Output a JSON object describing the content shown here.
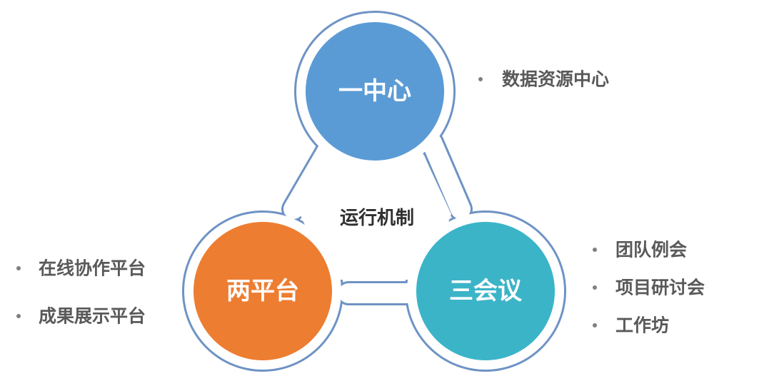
{
  "center_label": "运行机制",
  "nodes": {
    "top": {
      "label": "一中心",
      "color": "#5b9bd5"
    },
    "left": {
      "label": "两平台",
      "color": "#ed7d31"
    },
    "right": {
      "label": "三会议",
      "color": "#3bb4c8"
    }
  },
  "frame_color": "#6e93c4",
  "lists": {
    "top": [
      "数据资源中心"
    ],
    "left": [
      "在线协作平台",
      "成果展示平台"
    ],
    "right": [
      "团队例会",
      "项目研讨会",
      "工作坊"
    ]
  }
}
